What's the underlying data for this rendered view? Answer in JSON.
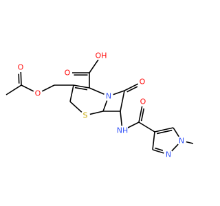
{
  "molecule": {
    "colors": {
      "bond": "#000000",
      "O": "#ff0d0d",
      "N": "#3050f8",
      "S": "#c7a800",
      "H": "#ff0d0d"
    },
    "labels": {
      "oh": "OH",
      "carboxyl_o": "O",
      "ketone_o": "O",
      "ester_o": "O",
      "acetyl_o": "O",
      "ring_n": "N",
      "s": "S",
      "amide_nh": "NH",
      "amide_o": "O",
      "pyrazole_n1": "N",
      "pyrazole_n2": "N"
    }
  }
}
